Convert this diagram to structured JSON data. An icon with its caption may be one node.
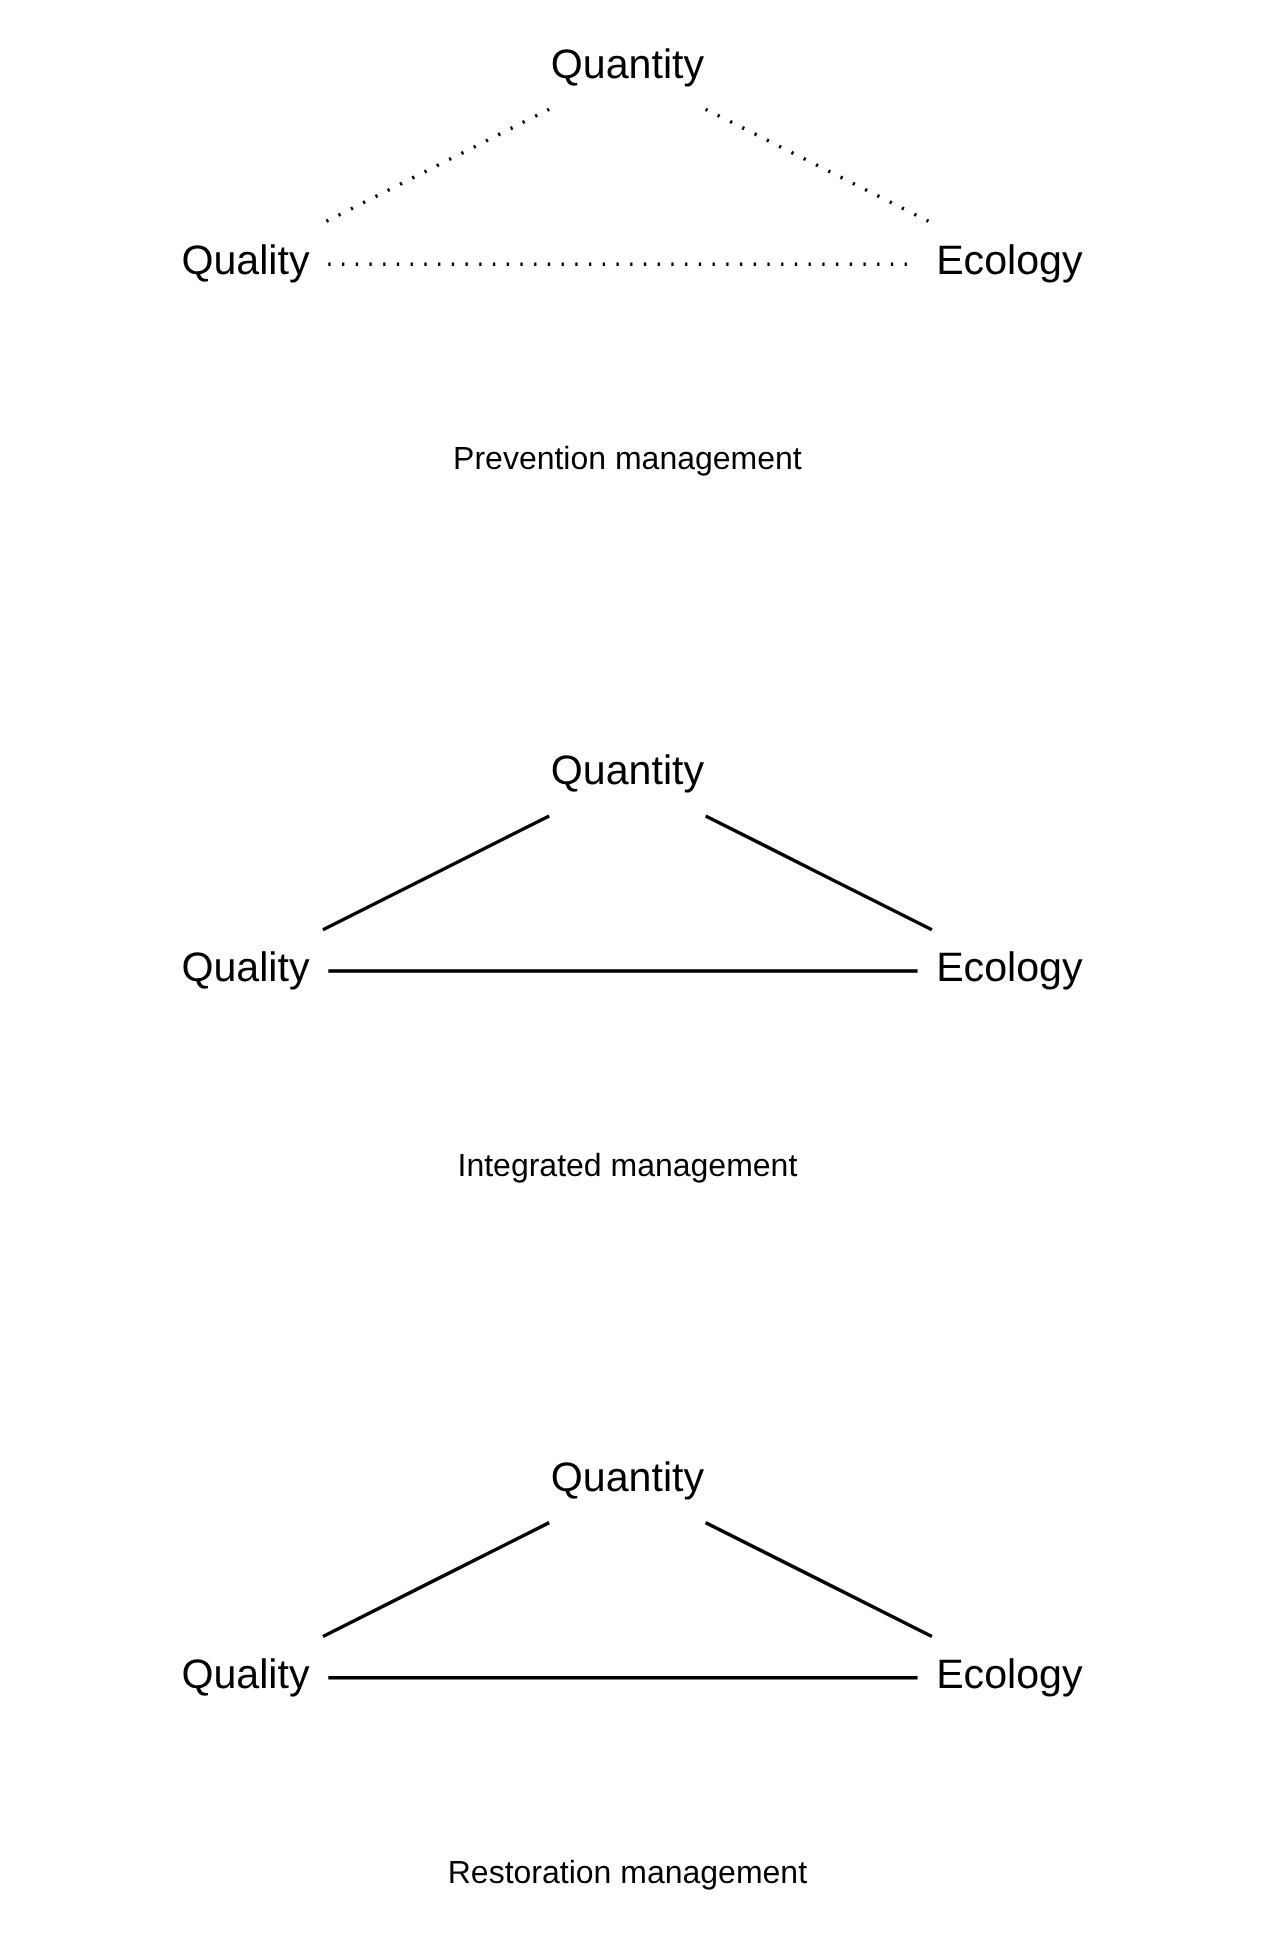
{
  "diagram": {
    "nodes": [
      {
        "text": [
          "Quantity"
        ]
      },
      {
        "text": [
          "Quality"
        ]
      },
      {
        "text": [
          "Ecology"
        ]
      },
      {
        "text": [
          "Quantity"
        ]
      },
      {
        "text": [
          "Quality"
        ]
      },
      {
        "text": [
          "Ecology"
        ]
      },
      {
        "text": [
          "Quantity"
        ]
      },
      {
        "text": [
          "Quality"
        ]
      },
      {
        "text": [
          "Ecology"
        ]
      }
    ],
    "edges": [
      {
        "from": 0,
        "to": 1,
        "arrow": "none",
        "style": "dashed"
      },
      {
        "from": 0,
        "to": 2,
        "arrow": "none",
        "style": "dashed"
      },
      {
        "from": 1,
        "to": 2,
        "arrow": "none",
        "style": "dashed"
      },
      {
        "from": 3,
        "to": 4,
        "arrow": "none"
      },
      {
        "from": 3,
        "to": 5,
        "arrow": "none"
      },
      {
        "from": 4,
        "to": 5,
        "arrow": "none"
      },
      {
        "from": 6,
        "to": 7,
        "arrow": "none"
      },
      {
        "from": 6,
        "to": 8,
        "arrow": "none"
      },
      {
        "from": 7,
        "to": 8,
        "arrow": "none"
      }
    ],
    "labels": [
      "Prevention management",
      "Integrated management",
      "Restoration management"
    ]
  }
}
